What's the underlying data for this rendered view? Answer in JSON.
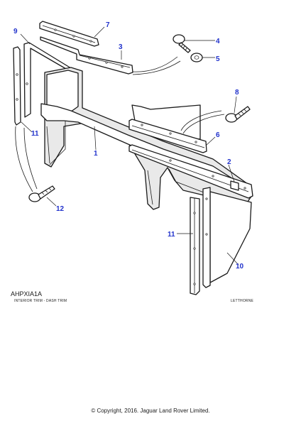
{
  "diagram": {
    "reference_code": "AHPXIA1A",
    "section_title": "INTERIOR TRIM - DASH TRIM",
    "brand_tag": "LETTHORNE",
    "copyright": "© Copyright, 2016. Jaguar Land Rover Limited.",
    "callout_color": "#2233cc",
    "callouts": [
      "1",
      "2",
      "3",
      "4",
      "5",
      "6",
      "7",
      "8",
      "9",
      "10",
      "11",
      "11",
      "12"
    ]
  }
}
